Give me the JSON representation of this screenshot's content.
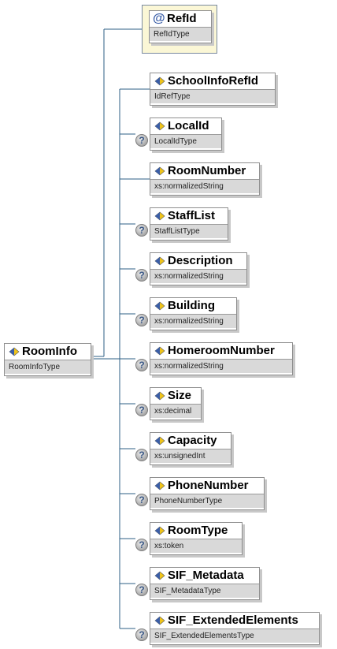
{
  "root": {
    "name": "RoomInfo",
    "type": "RoomInfoType"
  },
  "attribute": {
    "name": "RefId",
    "type": "RefIdType"
  },
  "children": [
    {
      "name": "SchoolInfoRefId",
      "type": "IdRefType",
      "optional": false
    },
    {
      "name": "LocalId",
      "type": "LocalIdType",
      "optional": true
    },
    {
      "name": "RoomNumber",
      "type": "xs:normalizedString",
      "optional": false
    },
    {
      "name": "StaffList",
      "type": "StaffListType",
      "optional": true
    },
    {
      "name": "Description",
      "type": "xs:normalizedString",
      "optional": true
    },
    {
      "name": "Building",
      "type": "xs:normalizedString",
      "optional": true
    },
    {
      "name": "HomeroomNumber",
      "type": "xs:normalizedString",
      "optional": true
    },
    {
      "name": "Size",
      "type": "xs:decimal",
      "optional": true
    },
    {
      "name": "Capacity",
      "type": "xs:unsignedInt",
      "optional": true
    },
    {
      "name": "PhoneNumber",
      "type": "PhoneNumberType",
      "optional": true
    },
    {
      "name": "RoomType",
      "type": "xs:token",
      "optional": true
    },
    {
      "name": "SIF_Metadata",
      "type": "SIF_MetadataType",
      "optional": true
    },
    {
      "name": "SIF_ExtendedElements",
      "type": "SIF_ExtendedElementsType",
      "optional": true
    }
  ],
  "icons": {
    "element": "element-diamond-icon",
    "attribute": "attribute-at-icon",
    "optional": "optional-question-icon"
  },
  "colors": {
    "connector": "#2e5f86",
    "type_bar": "#d9d9d9",
    "attribute_bg": "#fbf7d6",
    "icon_blue": "#3a5ea8",
    "icon_yellow": "#f0c419"
  }
}
